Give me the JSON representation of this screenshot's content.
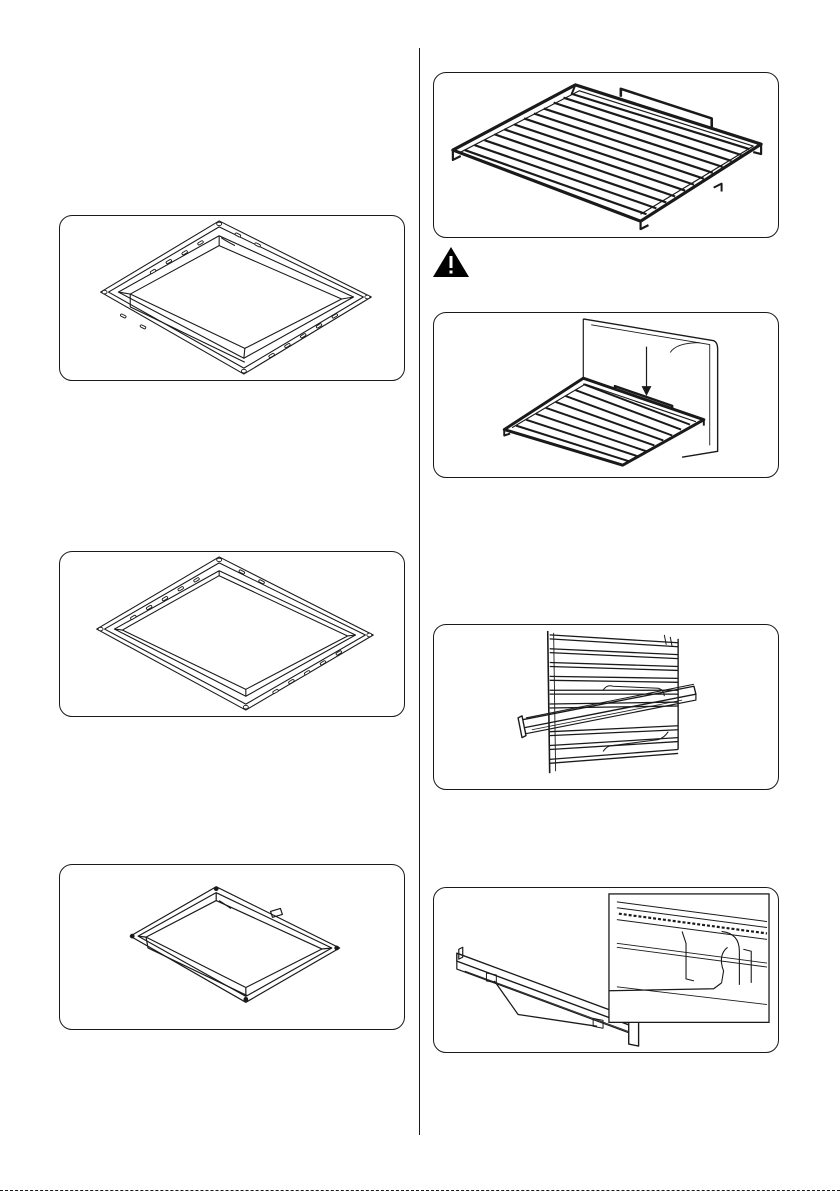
{
  "page": {
    "description_texts": []
  },
  "figures": [
    {
      "id": "deep-tray",
      "icon": "deep-baking-tray-illustration"
    },
    {
      "id": "shallow-tray",
      "icon": "shallow-baking-tray-illustration"
    },
    {
      "id": "small-tray",
      "icon": "small-baking-tray-illustration"
    },
    {
      "id": "wire-shelf",
      "icon": "wire-shelf-illustration"
    },
    {
      "id": "shelf-insertion",
      "icon": "wire-shelf-insertion-illustration"
    },
    {
      "id": "side-rack",
      "icon": "side-rack-with-telescopic-rail-illustration"
    },
    {
      "id": "telescopic-rail",
      "icon": "telescopic-rail-detail-illustration"
    }
  ],
  "warning": {
    "icon": "warning-triangle-icon",
    "color": "#000000"
  }
}
